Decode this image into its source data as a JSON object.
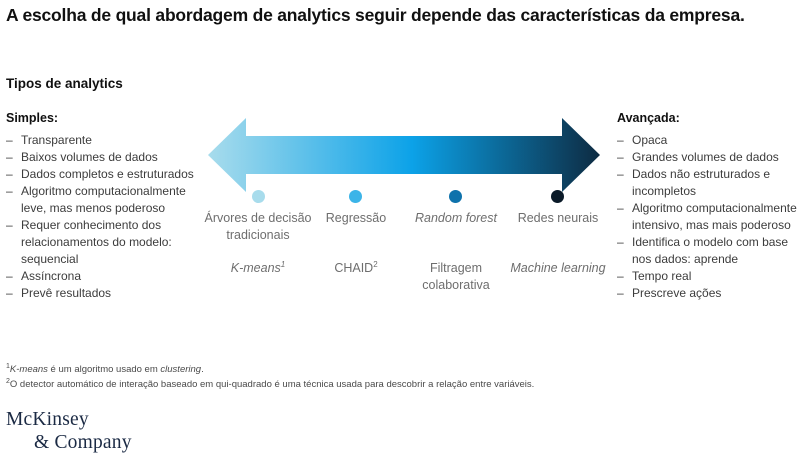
{
  "title": "A escolha de qual abordagem de analytics seguir depende das características da empresa.",
  "section_label": "Tipos de analytics",
  "left_column": {
    "heading": "Simples:",
    "items": [
      "Transparente",
      "Baixos volumes de dados",
      "Dados completos e estruturados",
      "Algoritmo computacionalmente leve, mas menos poderoso",
      "Requer conhecimento dos relacionamentos do modelo: sequencial",
      "Assíncrona",
      "Prevê resultados"
    ]
  },
  "right_column": {
    "heading": "Avançada:",
    "items": [
      "Opaca",
      "Grandes volumes de dados",
      "Dados não estruturados e incompletos",
      "Algoritmo computacionalmente intensivo, mas mais poderoso",
      "Identifica o modelo com base nos dados: aprende",
      "Tempo real",
      "Prescreve ações"
    ]
  },
  "spectrum": {
    "arrow_description": "double-headed-gradient-arrow",
    "gradient": {
      "from": "#A8DCEC",
      "mid": "#0CA2E8",
      "to": "#0D2B42"
    },
    "points": [
      {
        "dot_color": "#A8DCEC",
        "label_row1": "Árvores de decisão tradicionais",
        "label_row1_italic": false,
        "label_row2": "K-means",
        "label_row2_italic": true,
        "label_row2_sup": "1"
      },
      {
        "dot_color": "#3CB4E8",
        "label_row1": "Regressão",
        "label_row1_italic": false,
        "label_row2": "CHAID",
        "label_row2_italic": false,
        "label_row2_sup": "2"
      },
      {
        "dot_color": "#0E72AC",
        "label_row1": "Random forest",
        "label_row1_italic": true,
        "label_row2": "Filtragem colaborativa",
        "label_row2_italic": false,
        "label_row2_sup": ""
      },
      {
        "dot_color": "#0A1A28",
        "label_row1": "Redes neurais",
        "label_row1_italic": false,
        "label_row2": "Machine learning",
        "label_row2_italic": true,
        "label_row2_sup": ""
      }
    ]
  },
  "footnotes": [
    {
      "marker": "1",
      "text_before": "K-means",
      "text_mid": " é um algoritmo usado em ",
      "text_em": "clustering",
      "text_after": "."
    },
    {
      "marker": "2",
      "text_plain": "O detector automático de interação baseado em qui-quadrado é uma técnica usada para descobrir a relação entre variáveis."
    }
  ],
  "logo": {
    "line1": "McKinsey",
    "line2": "& Company"
  }
}
